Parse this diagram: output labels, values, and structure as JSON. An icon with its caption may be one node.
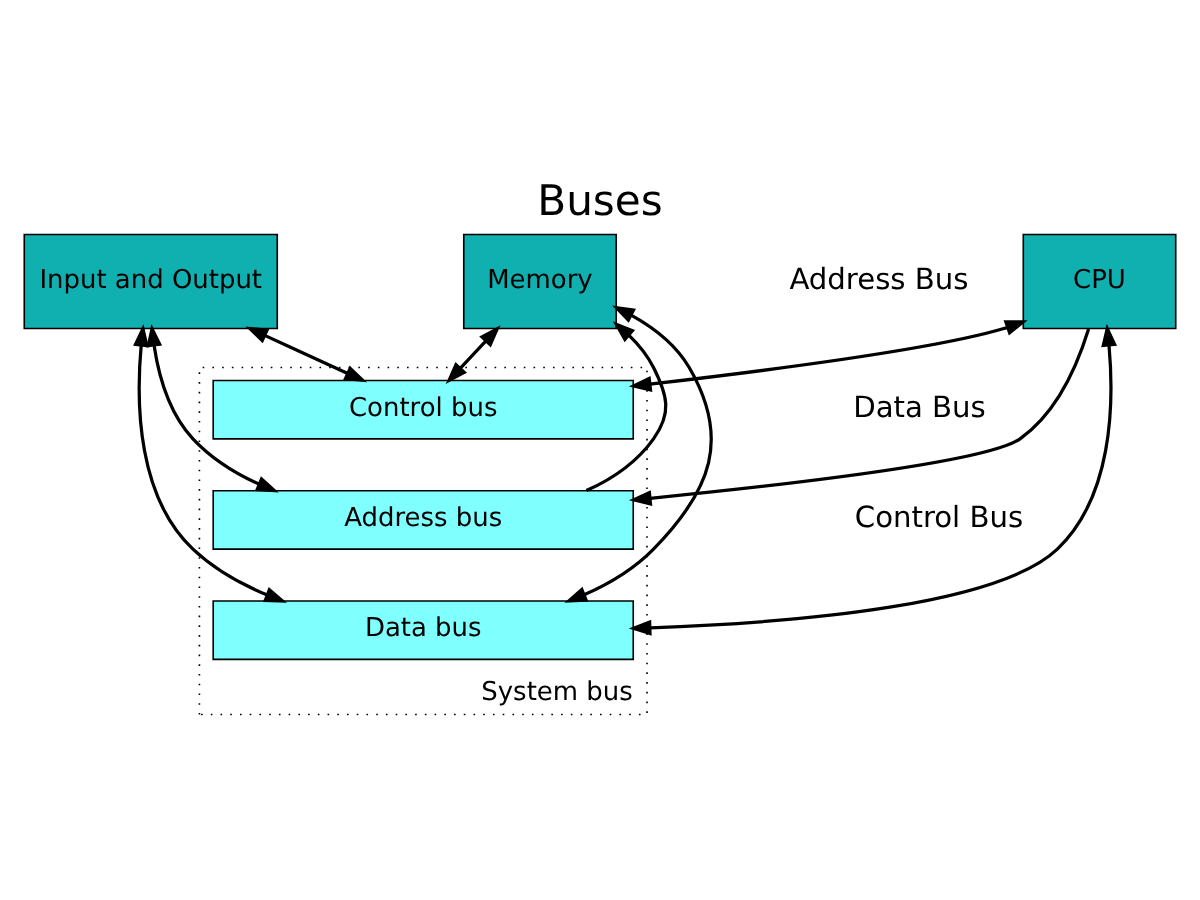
{
  "diagram": {
    "title": "Buses",
    "nodes": [
      {
        "text": [
          "CPU"
        ]
      },
      {
        "text": [
          "Memory"
        ]
      },
      {
        "text": [
          "Input and Output"
        ]
      },
      {
        "text": [
          "System bus"
        ]
      },
      {
        "text": [
          "Control bus"
        ],
        "in": 3
      },
      {
        "text": [
          "Address bus"
        ],
        "in": 3
      },
      {
        "text": [
          "Data bus"
        ],
        "in": 3
      }
    ],
    "edges": [
      {
        "from": 0,
        "to": 4,
        "arrow": "both"
      },
      {
        "from": 0,
        "to": 5,
        "arrow": "to"
      },
      {
        "from": 0,
        "to": 6,
        "arrow": "both"
      },
      {
        "from": 1,
        "to": 4,
        "arrow": "both"
      },
      {
        "from": 5,
        "to": 1,
        "arrow": "to"
      },
      {
        "from": 1,
        "to": 6,
        "arrow": "both"
      },
      {
        "from": 2,
        "to": 4,
        "arrow": "both"
      },
      {
        "from": 2,
        "to": 5,
        "arrow": "both"
      },
      {
        "from": 2,
        "to": 6,
        "arrow": "both"
      }
    ],
    "labels": [
      "Address Bus",
      "Data Bus",
      "Control Bus"
    ]
  }
}
